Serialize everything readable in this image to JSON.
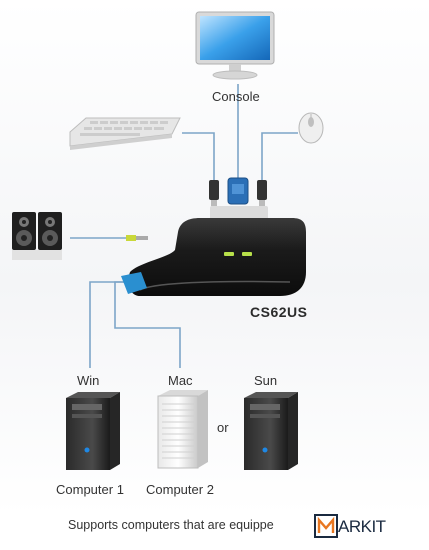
{
  "labels": {
    "console": "Console",
    "device": "CS62US",
    "win": "Win",
    "mac": "Mac",
    "sun": "Sun",
    "or": "or",
    "computer1": "Computer 1",
    "computer2": "Computer 2"
  },
  "caption": "Supports computers that are equippe",
  "logo": {
    "letter": "M",
    "rest": "ARKIT"
  },
  "colors": {
    "cable": "#7da5c8",
    "usb_accent": "#2a8fd0",
    "device_body": "#1b1b1b",
    "led": "#b8e04a",
    "audio_jack": "#c9d83a"
  },
  "icons": [
    "monitor-icon",
    "keyboard-icon",
    "mouse-icon",
    "speakers-icon",
    "kvm-switch-icon",
    "tower-pc-icon",
    "mac-pro-icon",
    "sun-workstation-icon"
  ]
}
